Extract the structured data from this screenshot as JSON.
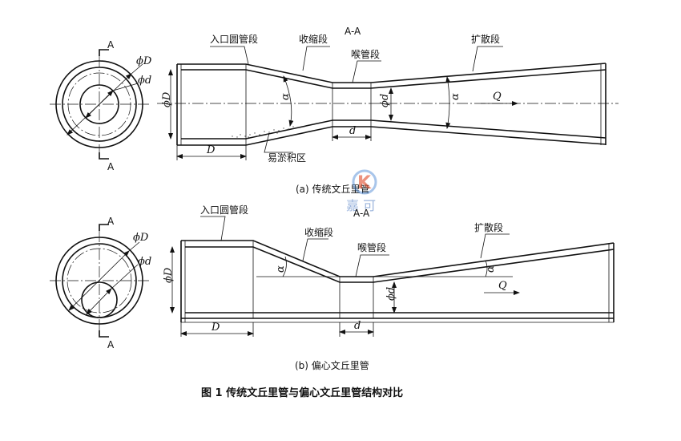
{
  "labels": {
    "section": "A-A",
    "section_mark": "A",
    "inlet": "入口圆管段",
    "contraction": "收缩段",
    "throat": "喉管段",
    "diffuser": "扩散段",
    "sediment_zone": "易淤积区",
    "phi_D": "ϕD",
    "phi_d": "ϕd",
    "D": "D",
    "d": "d",
    "alpha": "α",
    "Q": "Q"
  },
  "captions": {
    "a": "(a)  传统文丘里管",
    "b": "(b)  偏心文丘里管",
    "figure": "图 1  传统文丘里管与偏心文丘里管结构对比"
  },
  "watermark": {
    "mark": "K",
    "text": "嘉  可",
    "colors": [
      "#e04a2a",
      "#3d7fd0"
    ]
  }
}
